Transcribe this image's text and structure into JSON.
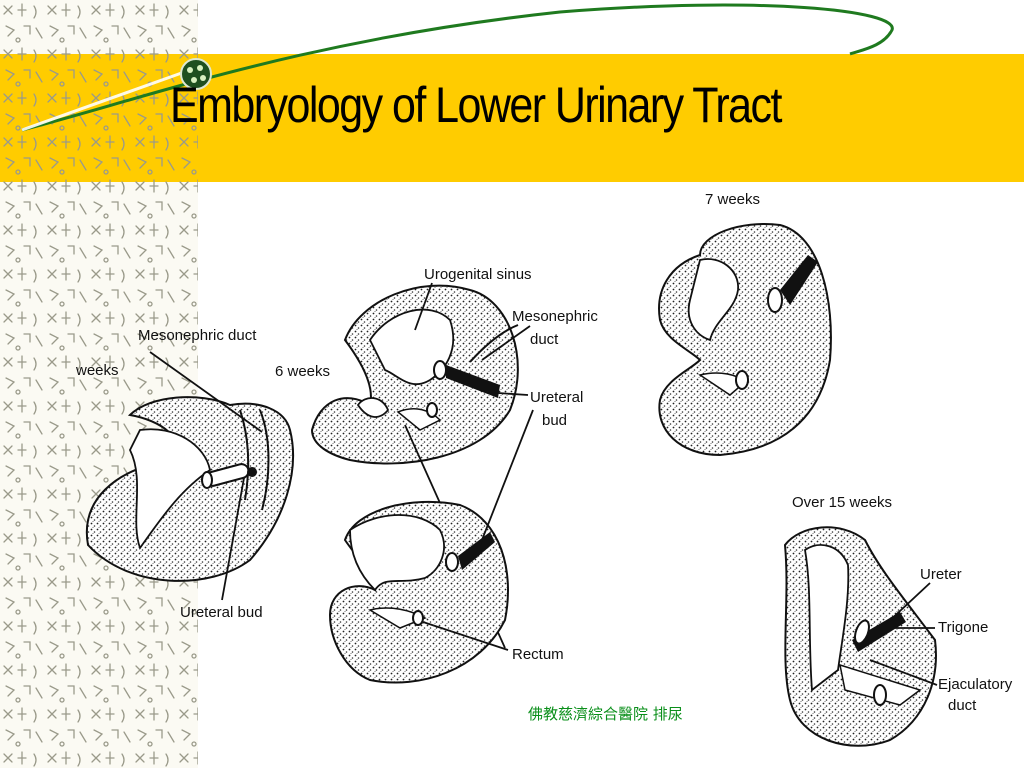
{
  "slide": {
    "title": "Embryology of Lower Urinary Tract",
    "footer": "佛教慈濟綜合醫院 排尿"
  },
  "diagram": {
    "stage_labels": {
      "weeks_partial": "weeks",
      "six_weeks": "6 weeks",
      "seven_weeks": "7 weeks",
      "over_15_weeks": "Over 15 weeks"
    },
    "structure_labels": {
      "mesonephric_duct_left": "Mesonephric duct",
      "ureteral_bud_left": "Ureteral bud",
      "urogenital_sinus": "Urogenital sinus",
      "mesonephric_duct_center_line1": "Mesonephric",
      "mesonephric_duct_center_line2": "duct",
      "ureteral_bud_center_line1": "Ureteral",
      "ureteral_bud_center_line2": "bud",
      "rectum": "Rectum",
      "ureter": "Ureter",
      "trigone": "Trigone",
      "ejaculatory_duct_line1": "Ejaculatory",
      "ejaculatory_duct_line2": "duct"
    }
  },
  "colors": {
    "title_band": "#ffcc00",
    "accent_green": "#1f7a1f",
    "footer_text": "#0a8f1a",
    "stipple": "#222222"
  }
}
